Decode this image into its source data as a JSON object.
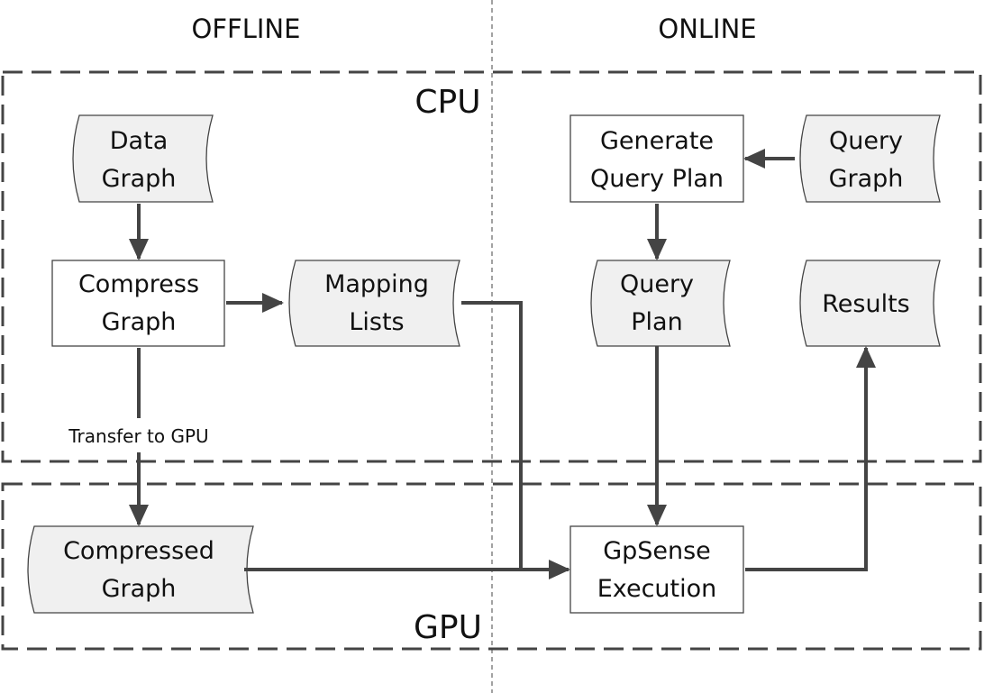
{
  "phases": {
    "offline": "OFFLINE",
    "online": "ONLINE"
  },
  "regions": {
    "cpu": "CPU",
    "gpu": "GPU"
  },
  "nodes": {
    "data_graph": [
      "Data",
      "Graph"
    ],
    "compress_graph": [
      "Compress",
      "Graph"
    ],
    "mapping_lists": [
      "Mapping",
      "Lists"
    ],
    "compressed_graph": [
      "Compressed",
      "Graph"
    ],
    "generate_query_plan": [
      "Generate",
      "Query Plan"
    ],
    "query_graph": [
      "Query",
      "Graph"
    ],
    "query_plan": [
      "Query",
      "Plan"
    ],
    "results": [
      "Results"
    ],
    "gpsense_execution": [
      "GpSense",
      "Execution"
    ]
  },
  "edge_labels": {
    "transfer": "Transfer to GPU"
  },
  "colors": {
    "stroke": "#444444",
    "doc_fill": "#f0f0f0",
    "process_fill": "#ffffff"
  }
}
